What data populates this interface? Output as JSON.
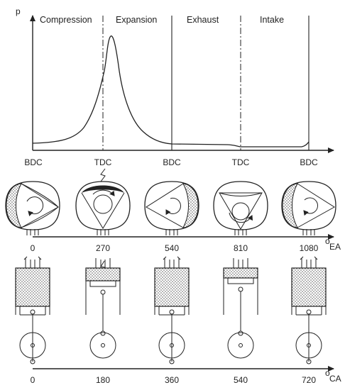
{
  "pv_diagram": {
    "y_axis_label": "p",
    "phases": [
      "Compression",
      "Expansion",
      "Exhaust",
      "Intake"
    ],
    "positions": [
      "BDC",
      "TDC",
      "BDC",
      "TDC",
      "BDC"
    ]
  },
  "rotary_engine": {
    "axis_ticks": [
      "0",
      "270",
      "540",
      "810",
      "1080"
    ],
    "axis_unit_sup": "o",
    "axis_unit": "EA"
  },
  "piston_engine": {
    "axis_ticks": [
      "0",
      "180",
      "360",
      "540",
      "720"
    ],
    "axis_unit_sup": "o",
    "axis_unit": "CA"
  },
  "icons": {
    "ignition_spark": "lightning-icon",
    "rotor_rotation": "circular-arrow-icon"
  }
}
